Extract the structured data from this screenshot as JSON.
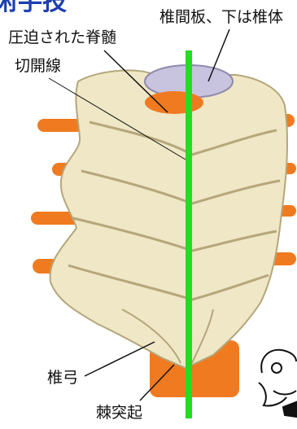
{
  "title_fragment": "術手技",
  "labels": {
    "disc_body": "椎間板、下は椎体",
    "compressed_cord": "圧迫された脊髄",
    "incision_line": "切開線",
    "lamina": "椎弓",
    "spinous_process": "棘突起"
  },
  "colors": {
    "title": "#1d3fb0",
    "incision_line": "#22dd22",
    "bone": "#efe7c6",
    "bone_shadow": "#b5a77b",
    "nerve_root": "#f07a20",
    "disc": "#c8c3de"
  }
}
